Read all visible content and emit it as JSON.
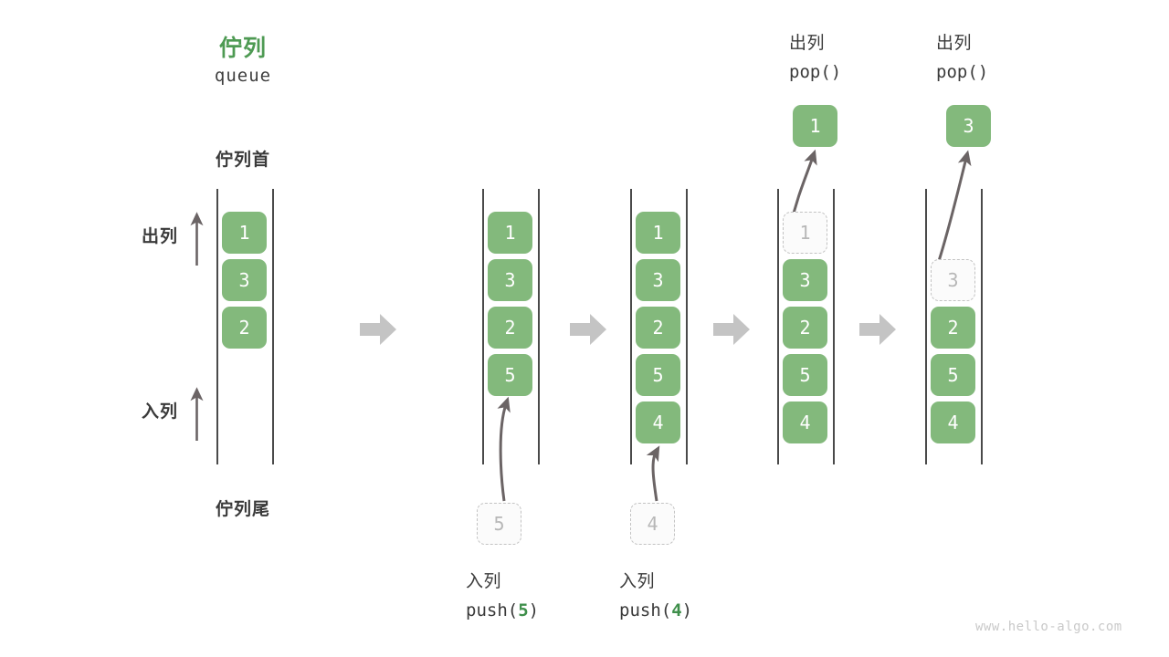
{
  "diagram": {
    "title_cn": "佇列",
    "title_en": "queue",
    "head_label": "佇列首",
    "tail_label": "佇列尾",
    "dequeue_label": "出列",
    "enqueue_label": "入列",
    "watermark": "www.hello-algo.com",
    "colors": {
      "green": "#83b97c",
      "green_text": "#4e9a53",
      "ghost_border": "#c3c3c3",
      "ghost_text": "#b7b7b7",
      "rail": "#4a4a4a",
      "flow_arrow": "#c4c4c4",
      "thin_arrow": "#6b6465",
      "text": "#3a3a3a",
      "watermark": "#c9c9c9"
    },
    "frames": [
      {
        "id": "frame-initial",
        "cells": [
          {
            "value": "1",
            "state": "filled"
          },
          {
            "value": "3",
            "state": "filled"
          },
          {
            "value": "2",
            "state": "filled"
          }
        ]
      },
      {
        "id": "frame-push-5",
        "cells": [
          {
            "value": "1",
            "state": "filled"
          },
          {
            "value": "3",
            "state": "filled"
          },
          {
            "value": "2",
            "state": "filled"
          },
          {
            "value": "5",
            "state": "filled"
          }
        ],
        "incoming": {
          "value": "5",
          "state": "ghost"
        },
        "op_cn": "入列",
        "op_code_prefix": "push(",
        "op_code_value": "5",
        "op_code_suffix": ")"
      },
      {
        "id": "frame-push-4",
        "cells": [
          {
            "value": "1",
            "state": "filled"
          },
          {
            "value": "3",
            "state": "filled"
          },
          {
            "value": "2",
            "state": "filled"
          },
          {
            "value": "5",
            "state": "filled"
          },
          {
            "value": "4",
            "state": "filled"
          }
        ],
        "incoming": {
          "value": "4",
          "state": "ghost"
        },
        "op_cn": "入列",
        "op_code_prefix": "push(",
        "op_code_value": "4",
        "op_code_suffix": ")"
      },
      {
        "id": "frame-pop-1",
        "cells": [
          {
            "value": "1",
            "state": "ghost"
          },
          {
            "value": "3",
            "state": "filled"
          },
          {
            "value": "2",
            "state": "filled"
          },
          {
            "value": "5",
            "state": "filled"
          },
          {
            "value": "4",
            "state": "filled"
          }
        ],
        "popped": {
          "value": "1",
          "state": "filled"
        },
        "op_cn": "出列",
        "op_code_prefix": "pop(",
        "op_code_value": "",
        "op_code_suffix": ")"
      },
      {
        "id": "frame-pop-3",
        "cells": [
          {
            "value": "",
            "state": "empty"
          },
          {
            "value": "3",
            "state": "ghost"
          },
          {
            "value": "2",
            "state": "filled"
          },
          {
            "value": "5",
            "state": "filled"
          },
          {
            "value": "4",
            "state": "filled"
          }
        ],
        "popped": {
          "value": "3",
          "state": "filled"
        },
        "op_cn": "出列",
        "op_code_prefix": "pop(",
        "op_code_value": "",
        "op_code_suffix": ")"
      }
    ],
    "flow_arrows": [
      {
        "name": "flow-arrow-1"
      },
      {
        "name": "flow-arrow-2"
      },
      {
        "name": "flow-arrow-3"
      },
      {
        "name": "flow-arrow-4"
      }
    ]
  }
}
